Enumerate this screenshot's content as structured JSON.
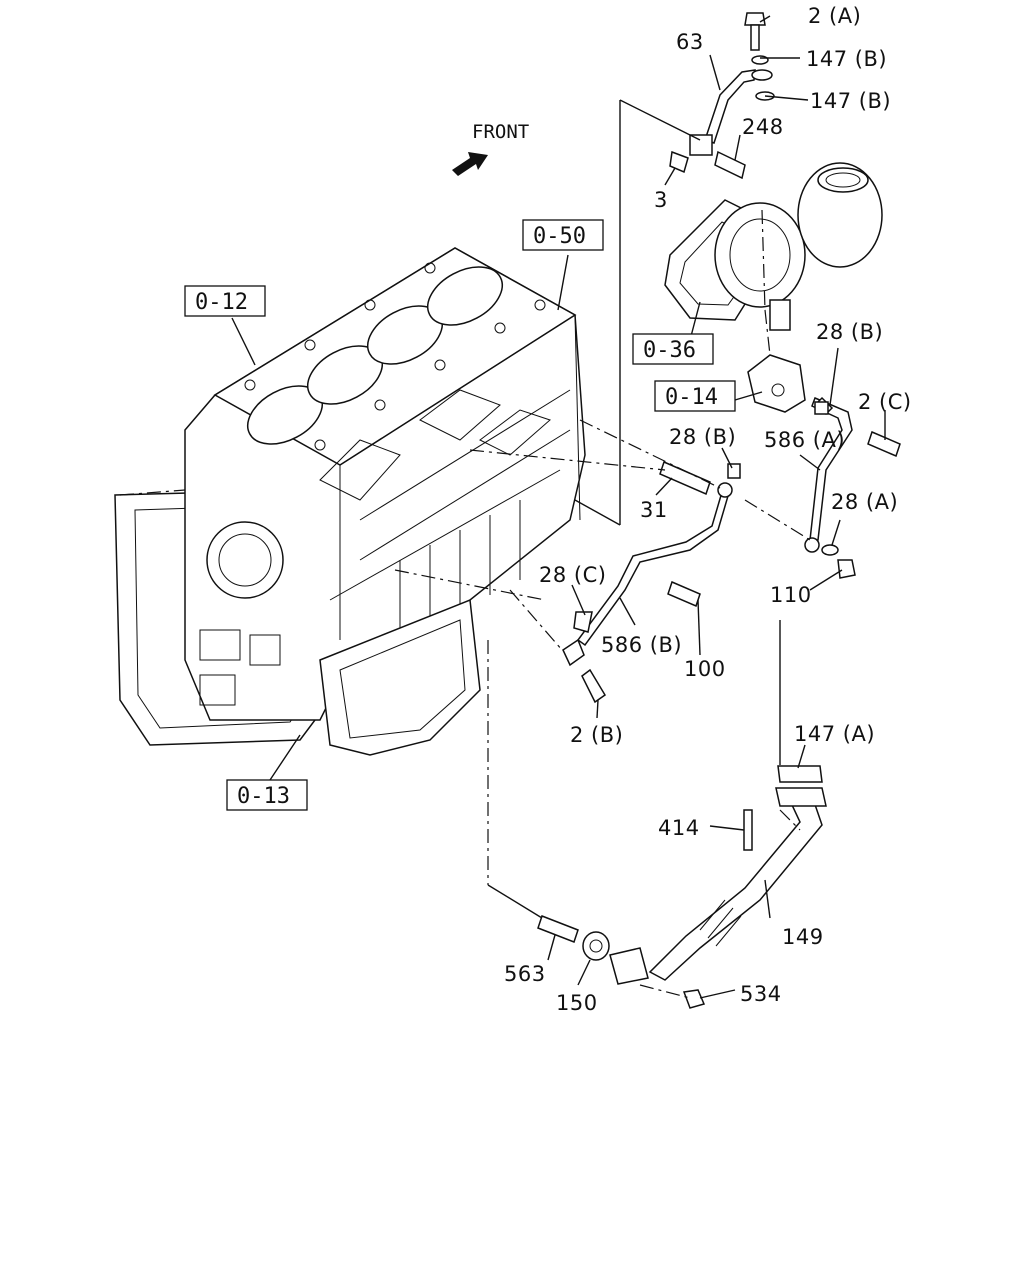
{
  "diagram": {
    "front_label": "FRONT",
    "ref_boxes": [
      {
        "id": "b050",
        "text": "0-50"
      },
      {
        "id": "b012",
        "text": "0-12"
      },
      {
        "id": "b036",
        "text": "0-36"
      },
      {
        "id": "b014",
        "text": "0-14"
      },
      {
        "id": "b013",
        "text": "0-13"
      }
    ],
    "callouts": [
      {
        "id": "c2a",
        "text": "2 (A)"
      },
      {
        "id": "c63",
        "text": "63"
      },
      {
        "id": "c147b1",
        "text": "147 (B)"
      },
      {
        "id": "c147b2",
        "text": "147 (B)"
      },
      {
        "id": "c248",
        "text": "248"
      },
      {
        "id": "c3",
        "text": "3"
      },
      {
        "id": "c28b1",
        "text": "28 (B)"
      },
      {
        "id": "c2c",
        "text": "2 (C)"
      },
      {
        "id": "c28b2",
        "text": "28 (B)"
      },
      {
        "id": "c586a",
        "text": "586 (A)"
      },
      {
        "id": "c31",
        "text": "31"
      },
      {
        "id": "c28a",
        "text": "28 (A)"
      },
      {
        "id": "c28c",
        "text": "28 (C)"
      },
      {
        "id": "c110",
        "text": "110"
      },
      {
        "id": "c586b",
        "text": "586 (B)"
      },
      {
        "id": "c100",
        "text": "100"
      },
      {
        "id": "c2b",
        "text": "2 (B)"
      },
      {
        "id": "c147a",
        "text": "147 (A)"
      },
      {
        "id": "c414",
        "text": "414"
      },
      {
        "id": "c149",
        "text": "149"
      },
      {
        "id": "c563",
        "text": "563"
      },
      {
        "id": "c534",
        "text": "534"
      },
      {
        "id": "c150",
        "text": "150"
      }
    ]
  }
}
